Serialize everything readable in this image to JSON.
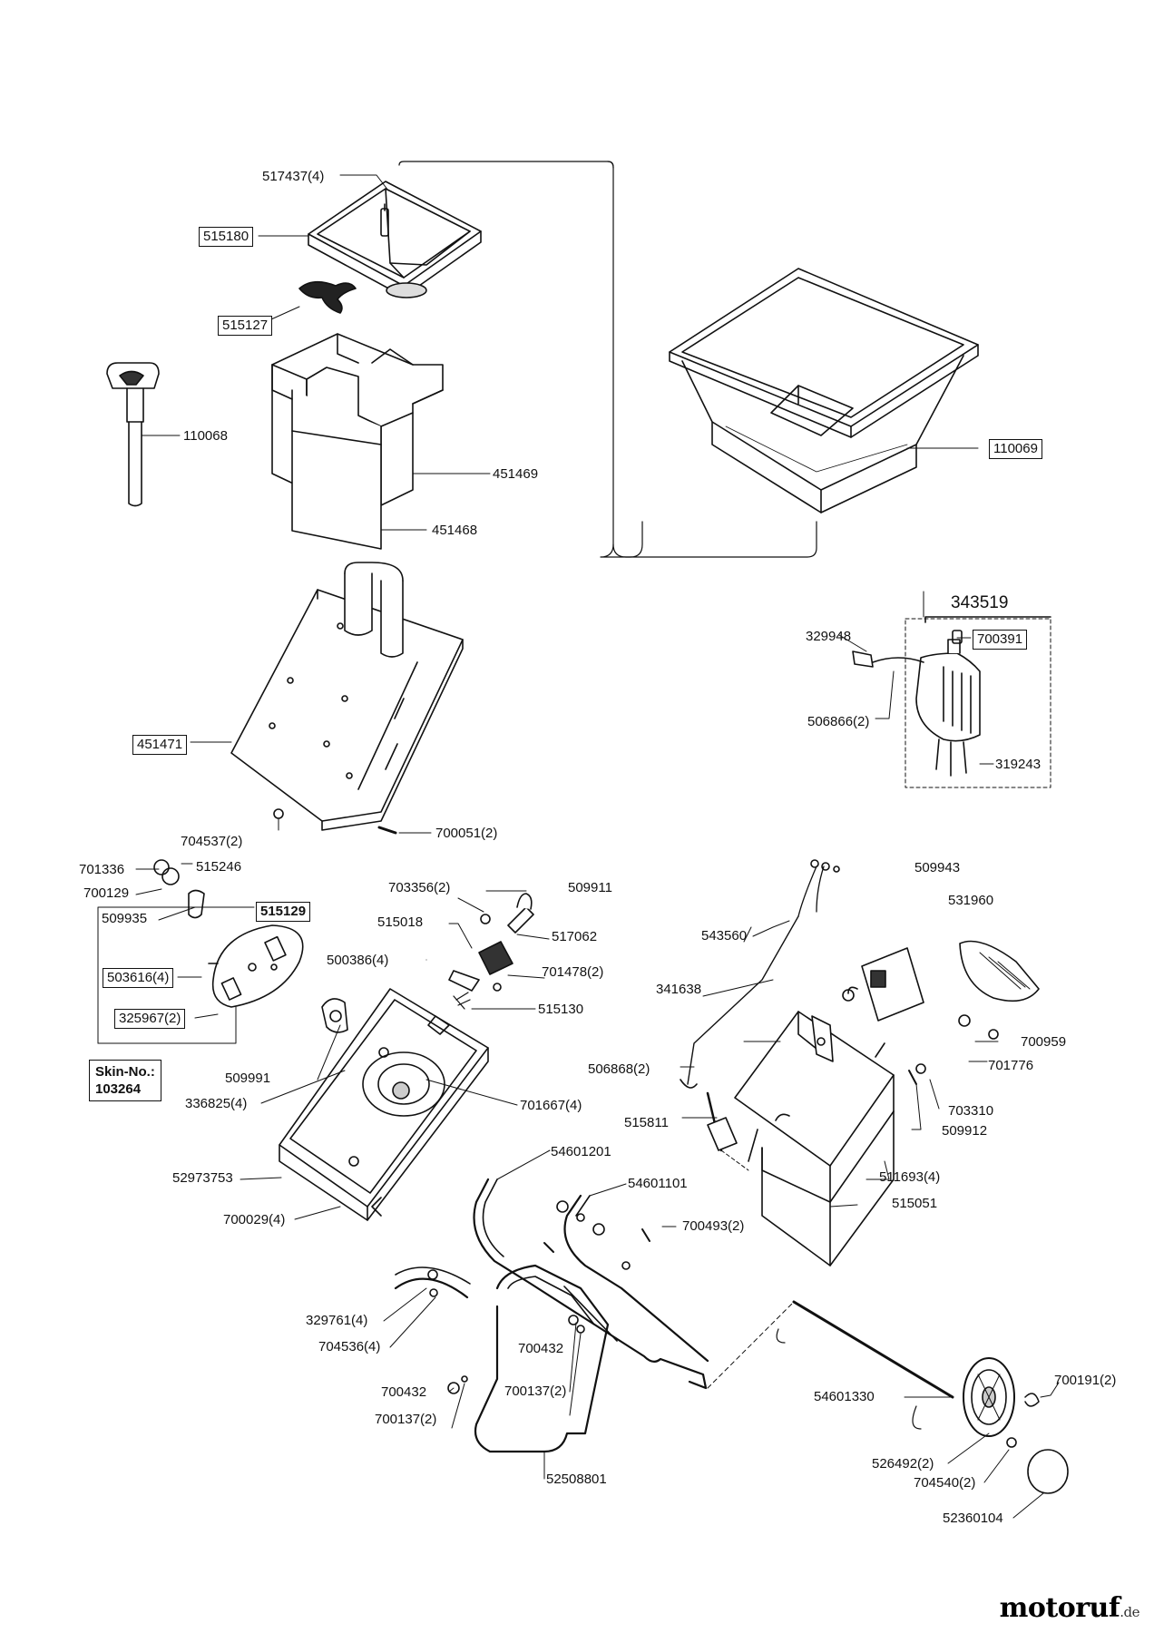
{
  "parts": {
    "p517437": "517437(4)",
    "p515180": "515180",
    "p515127": "515127",
    "p110068": "110068",
    "p451469": "451469",
    "p451468": "451468",
    "p110069": "110069",
    "p343519": "343519",
    "p329948": "329948",
    "p700391": "700391",
    "p506866": "506866(2)",
    "p319243": "319243",
    "p451471": "451471",
    "p704537": "704537(2)",
    "p700051": "700051(2)",
    "p701336": "701336",
    "p515246": "515246",
    "p700129": "700129",
    "p509935": "509935",
    "p515129": "515129",
    "p503616": "503616(4)",
    "p325967": "325967(2)",
    "p509991": "509991",
    "p336825": "336825(4)",
    "p703356": "703356(2)",
    "p509911": "509911",
    "p515018": "515018",
    "p517062": "517062",
    "p500386": "500386(4)",
    "p701478": "701478(2)",
    "p515130": "515130",
    "p701667": "701667(4)",
    "p52973753": "52973753",
    "p700029": "700029(4)",
    "p509943": "509943",
    "p531960": "531960",
    "p543560": "543560",
    "p341638": "341638",
    "p700959": "700959",
    "p701776": "701776",
    "p506868": "506868(2)",
    "p703310": "703310",
    "p515811": "515811",
    "p509912": "509912",
    "p511693": "511693(4)",
    "p515051": "515051",
    "p54601201": "54601201",
    "p54601101": "54601101",
    "p700493": "700493(2)",
    "p329761": "329761(4)",
    "p704536": "704536(4)",
    "p700432a": "700432",
    "p700137a": "700137(2)",
    "p700432b": "700432",
    "p700137b": "700137(2)",
    "p52508801": "52508801",
    "p54601330": "54601330",
    "p700191": "700191(2)",
    "p526492": "526492(2)",
    "p704540": "704540(2)",
    "p52360104": "52360104"
  },
  "skin_box": {
    "line1": "Skin-No.:",
    "line2": "103264"
  },
  "watermark": {
    "text": "motoruf",
    "tld": ".de"
  }
}
